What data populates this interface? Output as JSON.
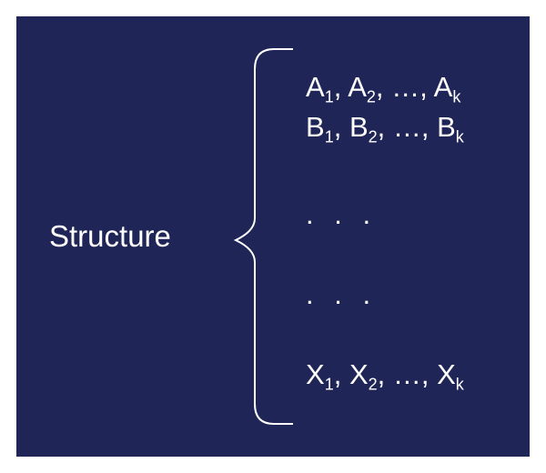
{
  "diagram": {
    "label": "Structure",
    "rows": [
      {
        "name": "row-a",
        "items": [
          {
            "base": "A",
            "sub": "1",
            "sep": ", "
          },
          {
            "base": "A",
            "sub": "2",
            "sep": ", …, "
          },
          {
            "base": "A",
            "sub": "k",
            "sep": ""
          }
        ]
      },
      {
        "name": "row-b",
        "items": [
          {
            "base": "B",
            "sub": "1",
            "sep": ", "
          },
          {
            "base": "B",
            "sub": "2",
            "sep": ", …, "
          },
          {
            "base": "B",
            "sub": "k",
            "sep": ""
          }
        ]
      },
      {
        "name": "row-x",
        "items": [
          {
            "base": "X",
            "sub": "1",
            "sep": ", "
          },
          {
            "base": "X",
            "sub": "2",
            "sep": ", …, "
          },
          {
            "base": "X",
            "sub": "k",
            "sep": ""
          }
        ]
      }
    ],
    "ellipsis_1": ". . .",
    "ellipsis_2": ". . .",
    "colors": {
      "background": "#1f2556",
      "text": "#ffffff",
      "page": "#ffffff"
    }
  }
}
